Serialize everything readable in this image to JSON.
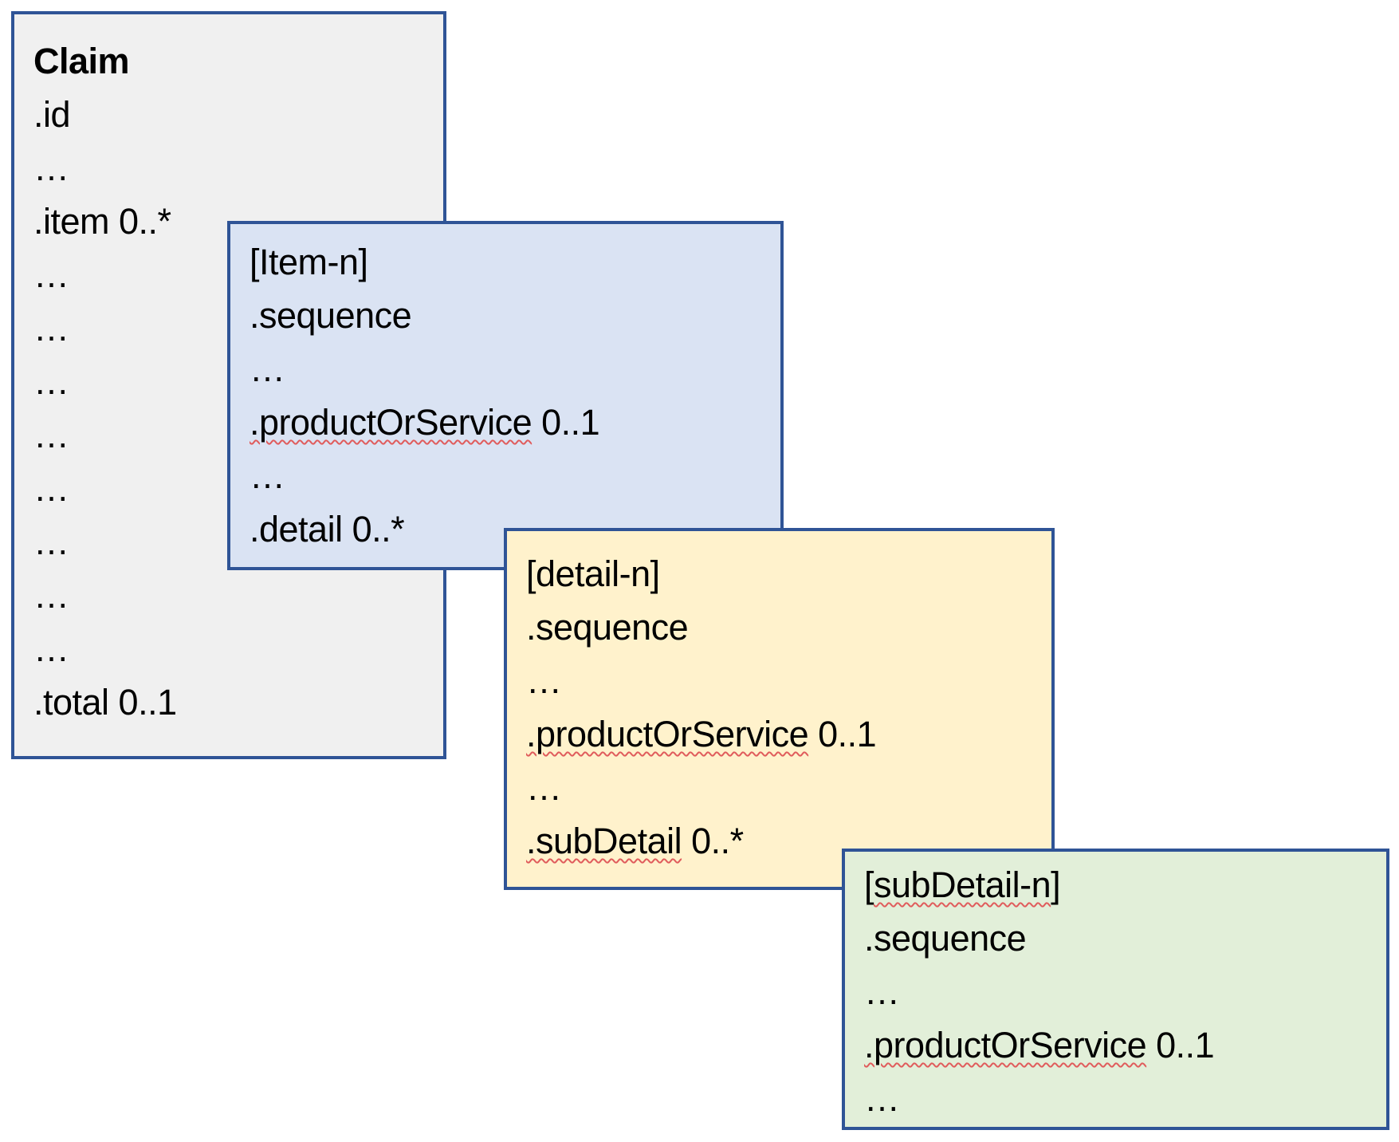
{
  "colors": {
    "background": "#FFFFFF",
    "border": "#2F5496",
    "text": "#000000",
    "squiggle": "#E05C5C",
    "claim_fill": "#F0F0F0",
    "item_fill": "#DAE3F3",
    "detail_fill": "#FFF2CC",
    "subdetail_fill": "#E2EFD9"
  },
  "boxes": [
    {
      "name": "claim",
      "fill": "#F0F0F0",
      "lines": [
        [
          {
            "t": "Claim",
            "bold": true
          }
        ],
        [
          {
            "t": ".id"
          }
        ],
        [
          {
            "t": "…"
          }
        ],
        [
          {
            "t": ".item 0..*"
          }
        ],
        [
          {
            "t": "…"
          }
        ],
        [
          {
            "t": "…"
          }
        ],
        [
          {
            "t": "…"
          }
        ],
        [
          {
            "t": "…"
          }
        ],
        [
          {
            "t": "…"
          }
        ],
        [
          {
            "t": "…"
          }
        ],
        [
          {
            "t": "…"
          }
        ],
        [
          {
            "t": "…"
          }
        ],
        [
          {
            "t": ".total 0..1"
          }
        ]
      ]
    },
    {
      "name": "item",
      "fill": "#DAE3F3",
      "lines": [
        [
          {
            "t": "[Item-n]"
          }
        ],
        [
          {
            "t": ".sequence"
          }
        ],
        [
          {
            "t": "…"
          }
        ],
        [
          {
            "t": ".productOrService",
            "sq": true
          },
          {
            "t": " 0..1"
          }
        ],
        [
          {
            "t": "…"
          }
        ],
        [
          {
            "t": ".detail 0..*"
          }
        ]
      ]
    },
    {
      "name": "detail",
      "fill": "#FFF2CC",
      "lines": [
        [
          {
            "t": "[detail-n]"
          }
        ],
        [
          {
            "t": ".sequence"
          }
        ],
        [
          {
            "t": "…"
          }
        ],
        [
          {
            "t": ".productOrService",
            "sq": true
          },
          {
            "t": " 0..1"
          }
        ],
        [
          {
            "t": "…"
          }
        ],
        [
          {
            "t": ".subDetail",
            "sq": true
          },
          {
            "t": " 0..*"
          }
        ]
      ]
    },
    {
      "name": "subdetail",
      "fill": "#E2EFD9",
      "lines": [
        [
          {
            "t": "["
          },
          {
            "t": "subDetail-n",
            "sq": true
          },
          {
            "t": "]"
          }
        ],
        [
          {
            "t": ".sequence"
          }
        ],
        [
          {
            "t": "…"
          }
        ],
        [
          {
            "t": ".productOrService",
            "sq": true
          },
          {
            "t": " 0..1"
          }
        ],
        [
          {
            "t": "…"
          }
        ]
      ]
    }
  ]
}
